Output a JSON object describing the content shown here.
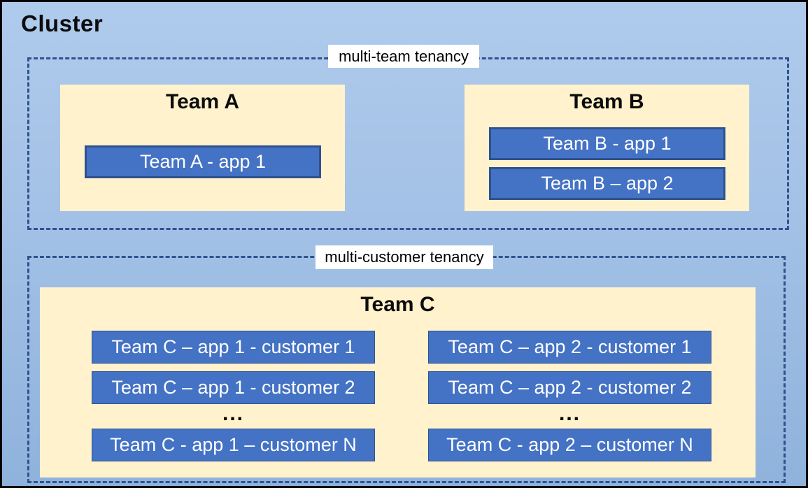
{
  "cluster": {
    "title": "Cluster"
  },
  "sections": {
    "multi_team": {
      "label": "multi-team tenancy",
      "teams": [
        {
          "name": "Team A",
          "apps": [
            "Team A - app 1"
          ]
        },
        {
          "name": "Team B",
          "apps": [
            "Team B - app 1",
            "Team B – app 2"
          ]
        }
      ]
    },
    "multi_customer": {
      "label": "multi-customer tenancy",
      "team": {
        "name": "Team C",
        "columns": [
          {
            "rows": [
              "Team C – app 1 - customer 1",
              "Team C – app 1 - customer 2",
              "...",
              "Team C - app 1 – customer N"
            ]
          },
          {
            "rows": [
              "Team C – app 2 - customer 1",
              "Team C – app 2 - customer 2",
              "...",
              "Team C - app 2 – customer N"
            ]
          }
        ]
      }
    }
  },
  "colors": {
    "background_top": "#AFCBEC",
    "background_bottom": "#8FB2DC",
    "panel_fill": "#FFF2CC",
    "app_fill": "#4472C4",
    "app_border": "#2F528F",
    "dashed_border": "#2F528F",
    "outer_border": "#000000",
    "label_background": "#FFFFFF",
    "title_text": "#0D0D0D",
    "app_text": "#FFFFFF"
  }
}
